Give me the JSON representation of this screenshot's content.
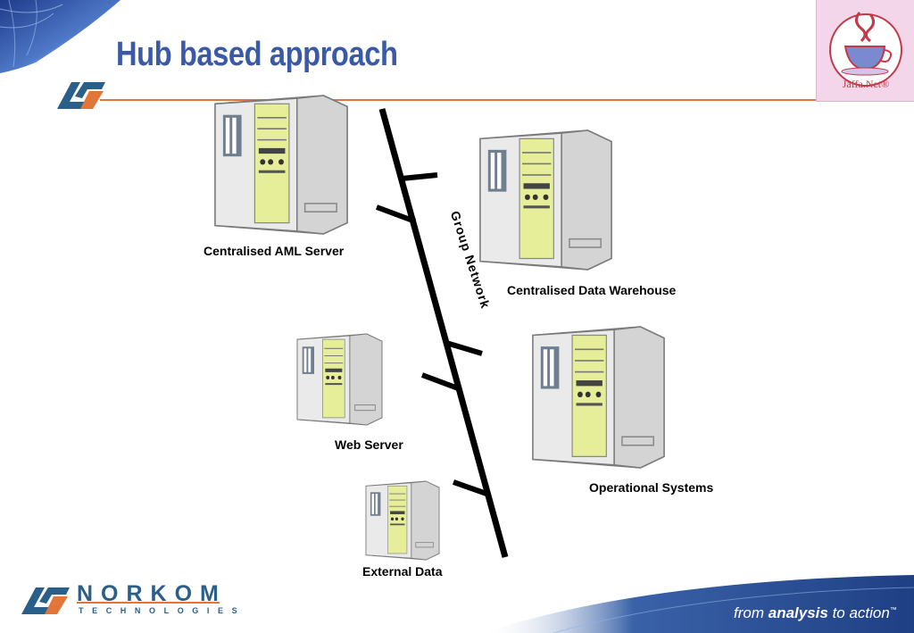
{
  "slide": {
    "title": "Hub based approach",
    "network_label": "Group Network"
  },
  "servers": [
    {
      "label": "Centralised AML Server"
    },
    {
      "label": "Centralised Data Warehouse"
    },
    {
      "label": "Web Server"
    },
    {
      "label": "Operational Systems"
    },
    {
      "label": "External Data"
    }
  ],
  "branding": {
    "company": "NORKOM",
    "company_sub": "TECHNOLOGIES",
    "tagline_prefix": "from",
    "tagline_bold": "analysis",
    "tagline_suffix": "to action",
    "tagline_mark": "™",
    "badge_text": "Jaffa.Net®"
  },
  "colors": {
    "title": "#3b5aa6",
    "rule": "#e0763a",
    "network": "#000000",
    "server_panel": "#e7ee9a",
    "brand_blue": "#2a5f8a"
  }
}
